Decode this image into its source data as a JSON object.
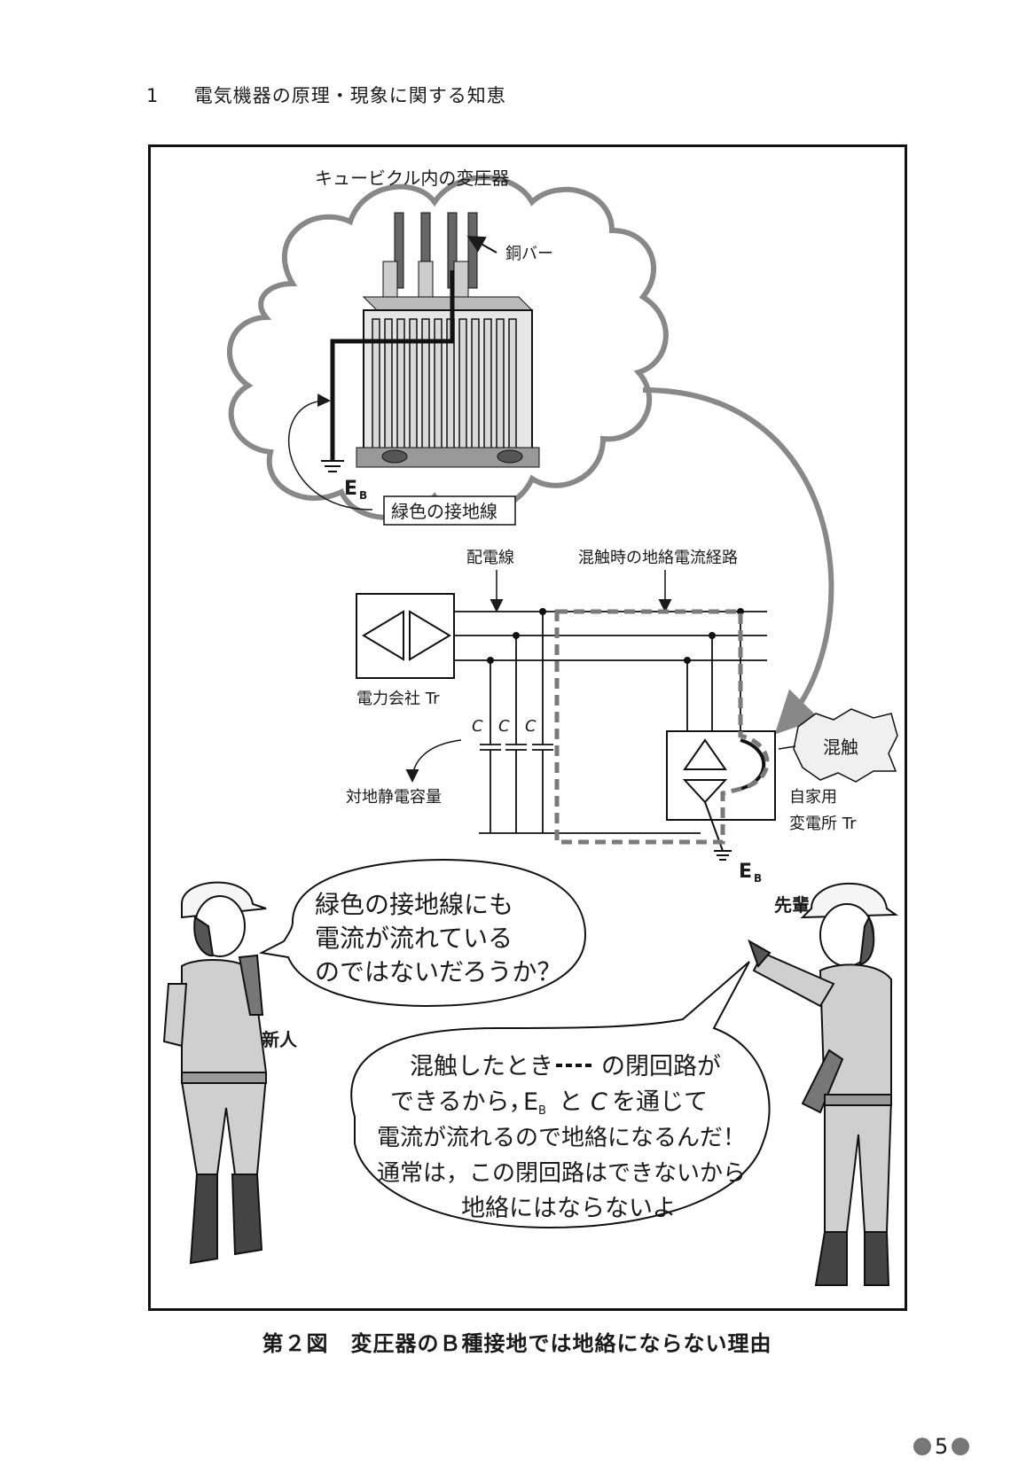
{
  "header": {
    "chapter_number": "1",
    "chapter_title": "電気機器の原理・現象に関する知恵"
  },
  "figure": {
    "cubicle_title": "キュービクル内の変圧器",
    "copper_bar_label": "銅バー",
    "eb_main": "E",
    "eb_sub": "B",
    "green_ground_label": "緑色の接地線",
    "distribution_line_label": "配電線",
    "fault_path_label": "混触時の地絡電流経路",
    "utility_tr_label": "電力会社 Tr",
    "capacitor_symbol": "C",
    "stray_capacitance_label": "対地静電容量",
    "contact_label": "混触",
    "private_substation_label_1": "自家用",
    "private_substation_label_2": "変電所 Tr",
    "newcomer_speech": [
      "緑色の接地線にも",
      "電流が流れている",
      "のではないだろうか？"
    ],
    "newcomer_label": "新人",
    "senior_label": "先輩",
    "senior_speech": {
      "line1_a": "混触したとき",
      "line1_b": "の閉回路が",
      "line2_a": "できるから，",
      "line2_b": "と",
      "line2_c": "を通じて",
      "line3": "電流が流れるので地絡になるんだ！",
      "line4": "通常は，この閉回路はできないから",
      "line5": "地絡にはならないよ"
    }
  },
  "caption": "第２図　変圧器のＢ種接地では地絡にならない理由",
  "page_number": "5",
  "colors": {
    "line": "#1a1a1a",
    "gray_cloud": "#888888",
    "fault_path": "#7a7a7a",
    "figure_fill": "#d3d3d3"
  }
}
